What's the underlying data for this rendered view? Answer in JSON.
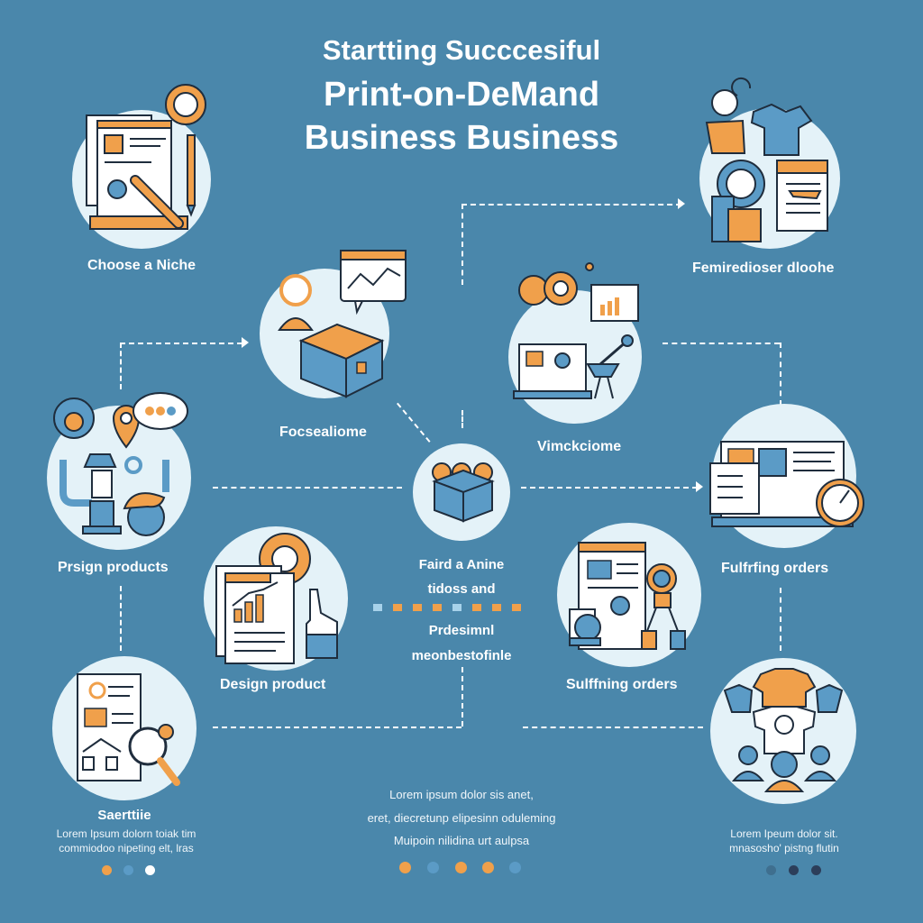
{
  "header": {
    "title_line1": "Startting Succcesiful",
    "title_line2": "Print-on-DeMand",
    "title_line3": "Business  Business"
  },
  "colors": {
    "background": "#4a87ab",
    "circle": "#e4f2f8",
    "accent_orange": "#f0a04b",
    "accent_blue": "#5b9bc6",
    "outline": "#1f2d3d",
    "dark_dot": "#2c3e5a"
  },
  "steps": [
    {
      "id": "choose-niche",
      "label": "Choose a Niche",
      "icon": "notebook-pencil-gear-icon"
    },
    {
      "id": "top-right",
      "label": "Femiredioser dloohe",
      "icon": "tshirt-gear-calendar-icon"
    },
    {
      "id": "focus",
      "label": "Focsealiome",
      "icon": "person-box-chart-icon"
    },
    {
      "id": "vimck",
      "label": "Vimckciome",
      "icon": "laptop-chat-chart-icon"
    },
    {
      "id": "prsign",
      "label": "Prsign products",
      "icon": "gear-location-chat-icon"
    },
    {
      "id": "center",
      "label": "",
      "icon": "box-with-balls-icon"
    },
    {
      "id": "fulfilling",
      "label": "Fulfrfing orders",
      "icon": "laptop-clock-icon"
    },
    {
      "id": "design",
      "label": "Design product",
      "icon": "chart-document-gear-icon"
    },
    {
      "id": "sulffning",
      "label": "Sulffning orders",
      "icon": "document-magnifier-icon"
    },
    {
      "id": "saerttie",
      "label": "Saerttiie",
      "icon": "document-search-icon"
    },
    {
      "id": "tshirts",
      "label": "",
      "icon": "tshirts-people-icon"
    }
  ],
  "center_text": {
    "line1": "Faird a Anine",
    "line2": "tidoss and",
    "line3": "Prdesimnl",
    "line4": "meonbestofinle"
  },
  "footer": {
    "left": {
      "title": "Saerttiie",
      "line1": "Lorem Ipsum dolorn toiak tim",
      "line2": "commiodoo nipeting elt, lras"
    },
    "center": {
      "line1": "Lorem ipsum dolor sis anet,",
      "line2": "eret, diecretunp elipesinn oduleming",
      "line3": "Muipoin nilidina urt aulpsa"
    },
    "right": {
      "line1": "Lorem Ipeum dolor sit.",
      "line2": "mnasosho' pistng flutin"
    }
  },
  "pagination": {
    "left": [
      "#f0a04b",
      "#5b9bc6",
      "#ffffff"
    ],
    "center": [
      "#f0a04b",
      "#5b9bc6",
      "#f0a04b",
      "#f0a04b",
      "#5b9bc6"
    ],
    "right": [
      "#3f6f8f",
      "#2c3e5a",
      "#2c3e5a"
    ]
  }
}
